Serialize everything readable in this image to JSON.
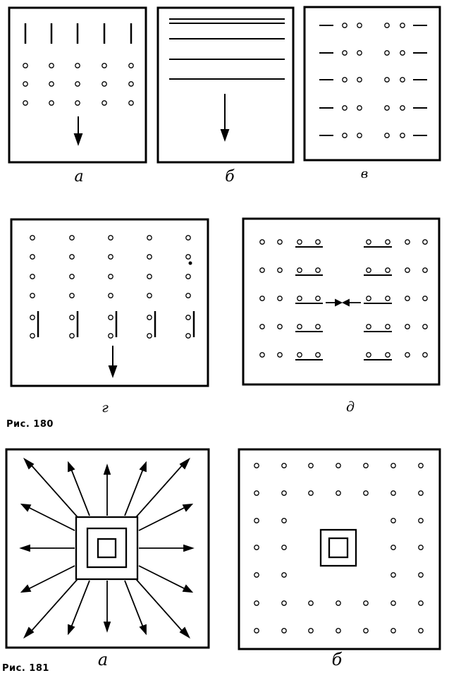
{
  "figure_180": {
    "caption": "Рис. 180",
    "labels": {
      "a": "а",
      "b": "б",
      "v": "в",
      "g": "г",
      "d": "д"
    }
  },
  "figure_181": {
    "caption": "Рис. 181",
    "labels": {
      "a": "а",
      "b": "б"
    }
  }
}
